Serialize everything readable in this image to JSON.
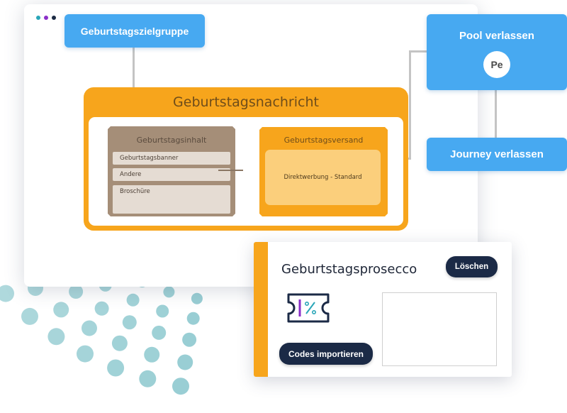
{
  "diagram": {
    "target_group": "Geburtstagszielgruppe",
    "exit_pool": {
      "label": "Pool verlassen",
      "avatar_initials": "Pe"
    },
    "exit_journey": "Journey verlassen",
    "message": {
      "title": "Geburtstagsnachricht",
      "content": {
        "title": "Geburtstagsinhalt",
        "items": [
          "Geburtstagsbanner",
          "Andere",
          "Broschüre"
        ]
      },
      "shipping": {
        "title": "Geburtstagsversand",
        "method": "Direktwerbung - Standard"
      }
    }
  },
  "coupon": {
    "title": "Geburtstagsprosecco",
    "delete_label": "Löschen",
    "import_label": "Codes importieren",
    "icon": "coupon-ticket-percent-icon"
  },
  "colors": {
    "blue": "#47a9f1",
    "orange": "#f7a51c",
    "brown": "#a58e78",
    "navy": "#1b2a46",
    "dot_teal": "#8ec9cf",
    "dot_lavender": "#b7b4e8"
  }
}
